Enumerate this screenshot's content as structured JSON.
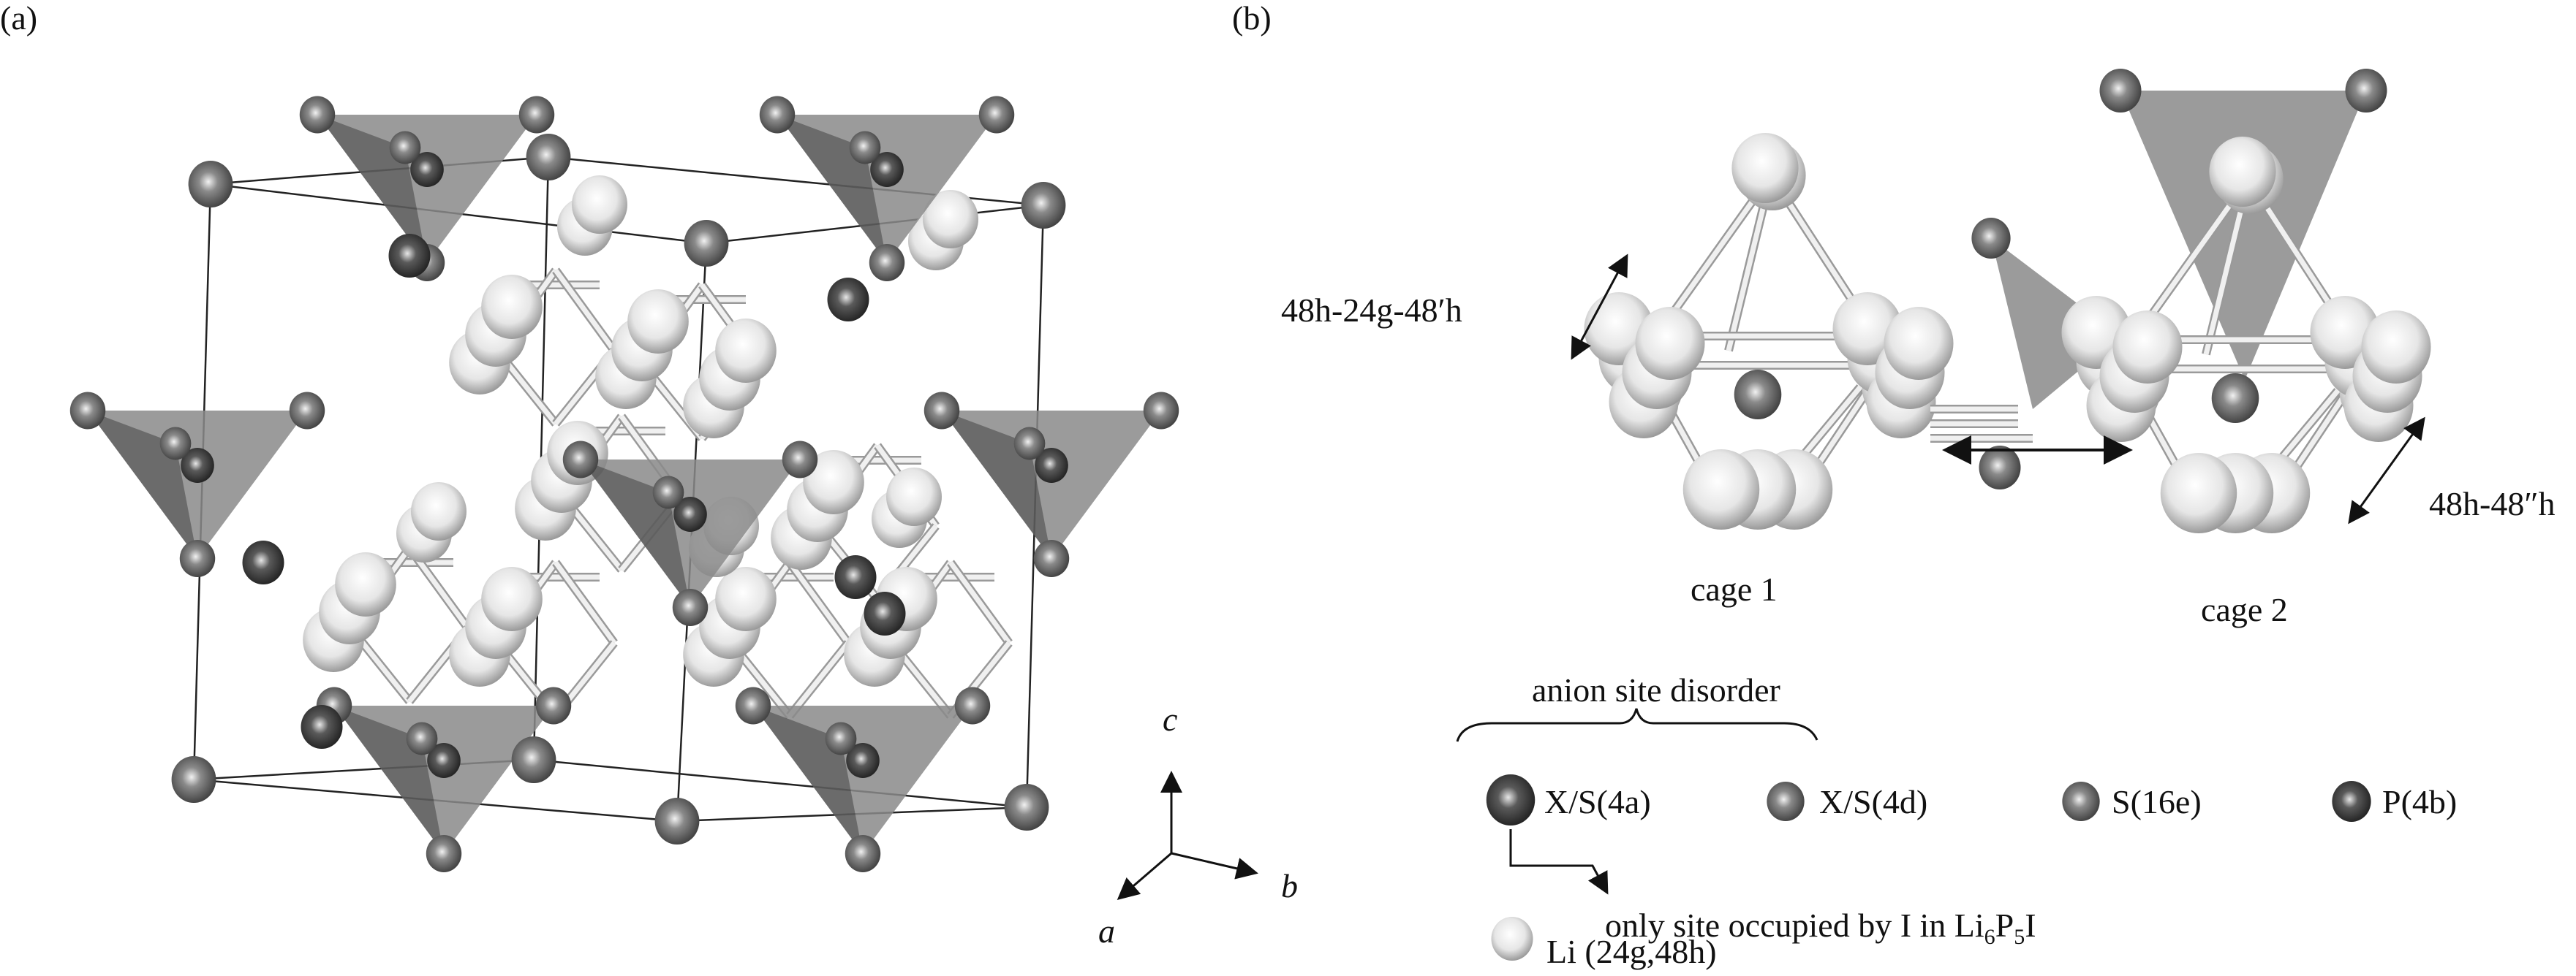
{
  "panels": {
    "a": {
      "label": "(a)",
      "axes": {
        "c": "c",
        "a": "a",
        "b": "b"
      }
    },
    "b": {
      "label": "(b)",
      "hop_label_1": "48h-24g-48′h",
      "hop_label_2": "48h-48″h",
      "cage1": "cage 1",
      "cage2": "cage 2"
    }
  },
  "legend": {
    "group_label": "anion site disorder",
    "items": [
      {
        "label": "X/S(4a)",
        "color": "#4a4a4a"
      },
      {
        "label": "X/S(4d)",
        "color": "#7a7a7a"
      },
      {
        "label": "S(16e)",
        "color": "#6a6a6a"
      },
      {
        "label": "P(4b)",
        "color": "#3a3a3a"
      },
      {
        "label": "Li (24g,48h)",
        "color": "#e8e8e8"
      }
    ],
    "note": {
      "prefix": "only site occupied by I in Li",
      "sub1": "6",
      "mid": "P",
      "sub2": "5",
      "suffix": "I"
    }
  },
  "colors": {
    "tetrahedron": "#8a8a8a",
    "li": "#f4f4f4",
    "anion": "#6e6e6e",
    "line": "#111111"
  }
}
